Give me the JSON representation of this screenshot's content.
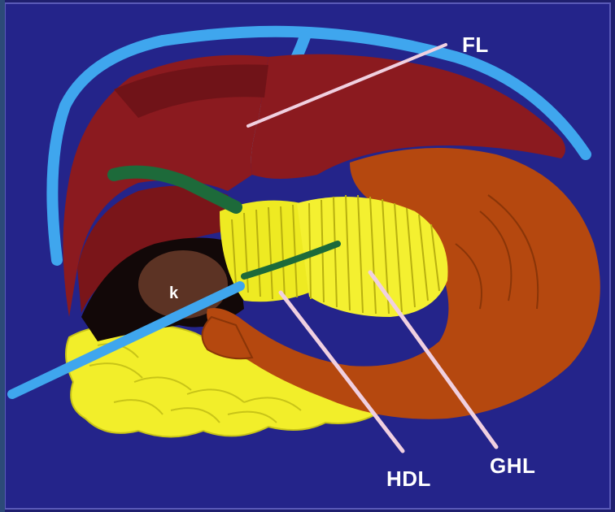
{
  "diagram": {
    "labels": {
      "fl": "FL",
      "hdl": "HDL",
      "ghl": "GHL",
      "k": "k"
    }
  }
}
